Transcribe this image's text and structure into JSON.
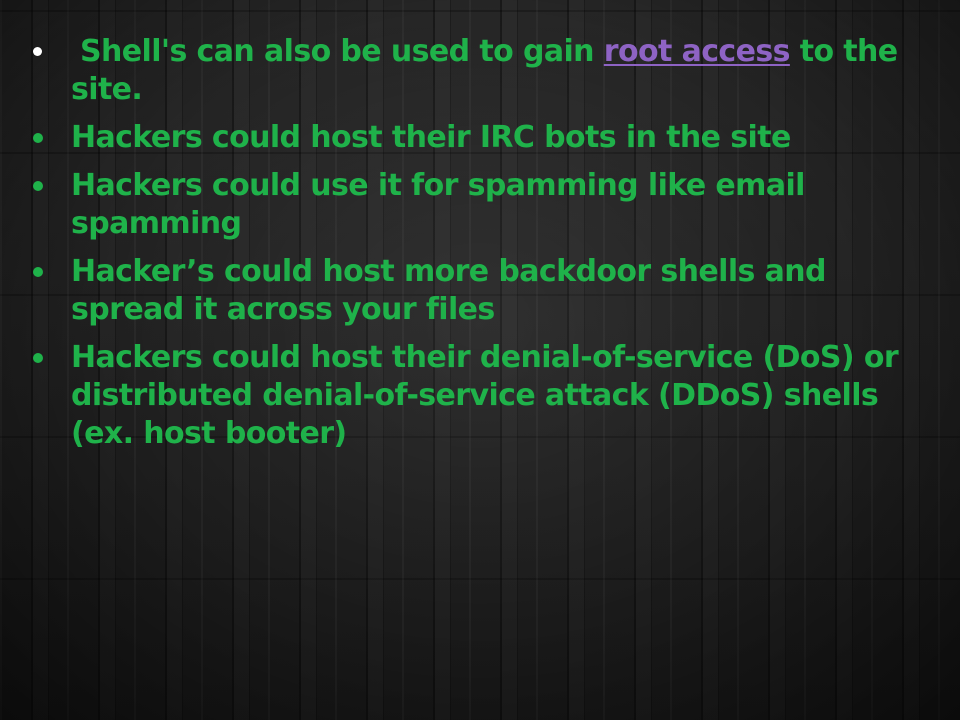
{
  "colors": {
    "text_green": "#1fb24a",
    "link_purple": "#8e63c4",
    "background": "#1c1c1c"
  },
  "bullet1": {
    "before": "Shell's can also be used to gain ",
    "link": "root access",
    "after": " to the site."
  },
  "bullet2": {
    "text": "Hackers could host their IRC bots in the site"
  },
  "bullet3": {
    "text": "Hackers could use it for spamming like email spamming"
  },
  "bullet4": {
    "text": "Hacker’s could host more backdoor shells and spread it across your files"
  },
  "bullet5": {
    "text": "Hackers could host their denial-of-service (DoS) or distributed denial-of-service attack (DDoS) shells (ex. host booter)"
  }
}
